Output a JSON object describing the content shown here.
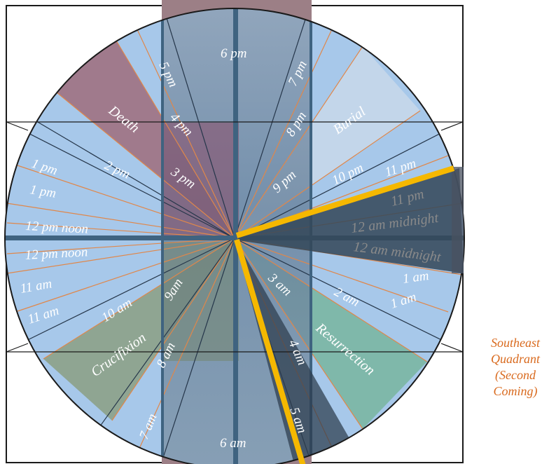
{
  "hour_labels": {
    "pm6": "6 pm",
    "pm5": "5 pm",
    "pm4": "4 pm",
    "pm3": "3 pm",
    "pm2": "2 pm",
    "pm1a": "1 pm",
    "pm1b": "1 pm",
    "noon_a": "12 pm noon",
    "noon_b": "12 pm noon",
    "am11a": "11 am",
    "am11b": "11 am",
    "am10": "10 am",
    "am9": "9am",
    "am8": "8 am",
    "am7": "7 am",
    "am6": "6 am",
    "pm7": "7 pm",
    "pm8": "8 pm",
    "pm9": "9 pm",
    "pm10": "10 pm",
    "pm11a": "11 pm",
    "pm11b": "11 pm",
    "mid_a": "12 am midnight",
    "mid_b": "12 am midnight",
    "am1a": "1 am",
    "am1b": "1 am",
    "am2": "2 am",
    "am3": "3 am",
    "am4": "4 am",
    "am5": "5 am"
  },
  "events": {
    "death": "Death",
    "burial": "Burial",
    "crucifixion": "Crucifixion",
    "resurrection": "Resurrection"
  },
  "side_note": [
    "Southeast",
    "Quadrant",
    "(Second",
    "Coming)"
  ],
  "colors": {
    "dial": "#a7c8ea",
    "death": "#a07a8c",
    "burial": "#c3d6ea",
    "crucifixion": "#8fa592",
    "resurrection": "#7fb8aa",
    "midnight_band": "#334759",
    "hand": "#f5b800",
    "spoke": "#e0874a",
    "side_note": "#d96a1e"
  }
}
